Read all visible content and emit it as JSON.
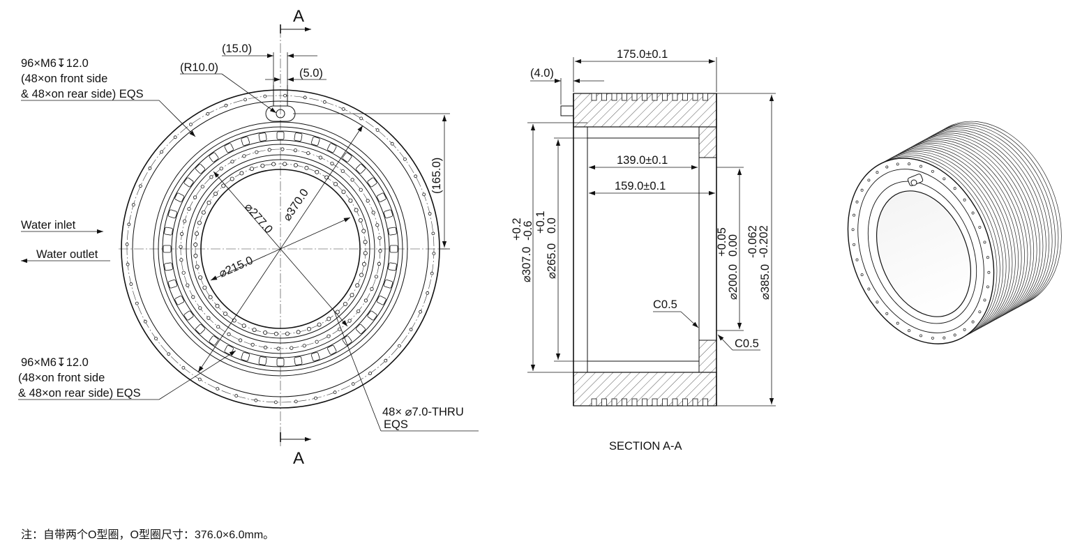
{
  "front_view": {
    "section_mark_top": "A",
    "section_mark_bottom": "A",
    "dim_15": "(15.0)",
    "dim_5": "(5.0)",
    "dim_r10": "(R10.0)",
    "dim_165": "(165.0)",
    "dia_277": "⌀277.0",
    "dia_370": "⌀370.0",
    "dia_215": "⌀215.0",
    "holes_top": [
      "96×M6↧12.0",
      "(48×on front side",
      "& 48×on rear side) EQS"
    ],
    "holes_bottom": [
      "96×M6↧12.0",
      "(48×on front side",
      "& 48×on rear side) EQS"
    ],
    "thru_holes": [
      "48× ⌀7.0-THRU",
      "EQS"
    ],
    "water_inlet": "Water inlet",
    "water_outlet": "Water outlet"
  },
  "section_view": {
    "title": "SECTION A-A",
    "dim_175": "175.0±0.1",
    "dim_4": "(4.0)",
    "dim_139": "139.0±0.1",
    "dim_159": "159.0±0.1",
    "dia_307": "⌀307.0",
    "dia_307_tol": [
      "+0.2",
      "-0.6"
    ],
    "dia_265": "⌀265.0",
    "dia_265_tol": [
      "+0.1",
      "0.0"
    ],
    "dia_200": "⌀200.0",
    "dia_200_tol": [
      "+0.05",
      "0.00"
    ],
    "dia_385": "⌀385.0",
    "dia_385_tol": [
      "-0.062",
      "-0.202"
    ],
    "chamfer_1": "C0.5",
    "chamfer_2": "C0.5"
  },
  "note": "注：自带两个O型圈，O型圈尺寸：376.0×6.0mm。"
}
